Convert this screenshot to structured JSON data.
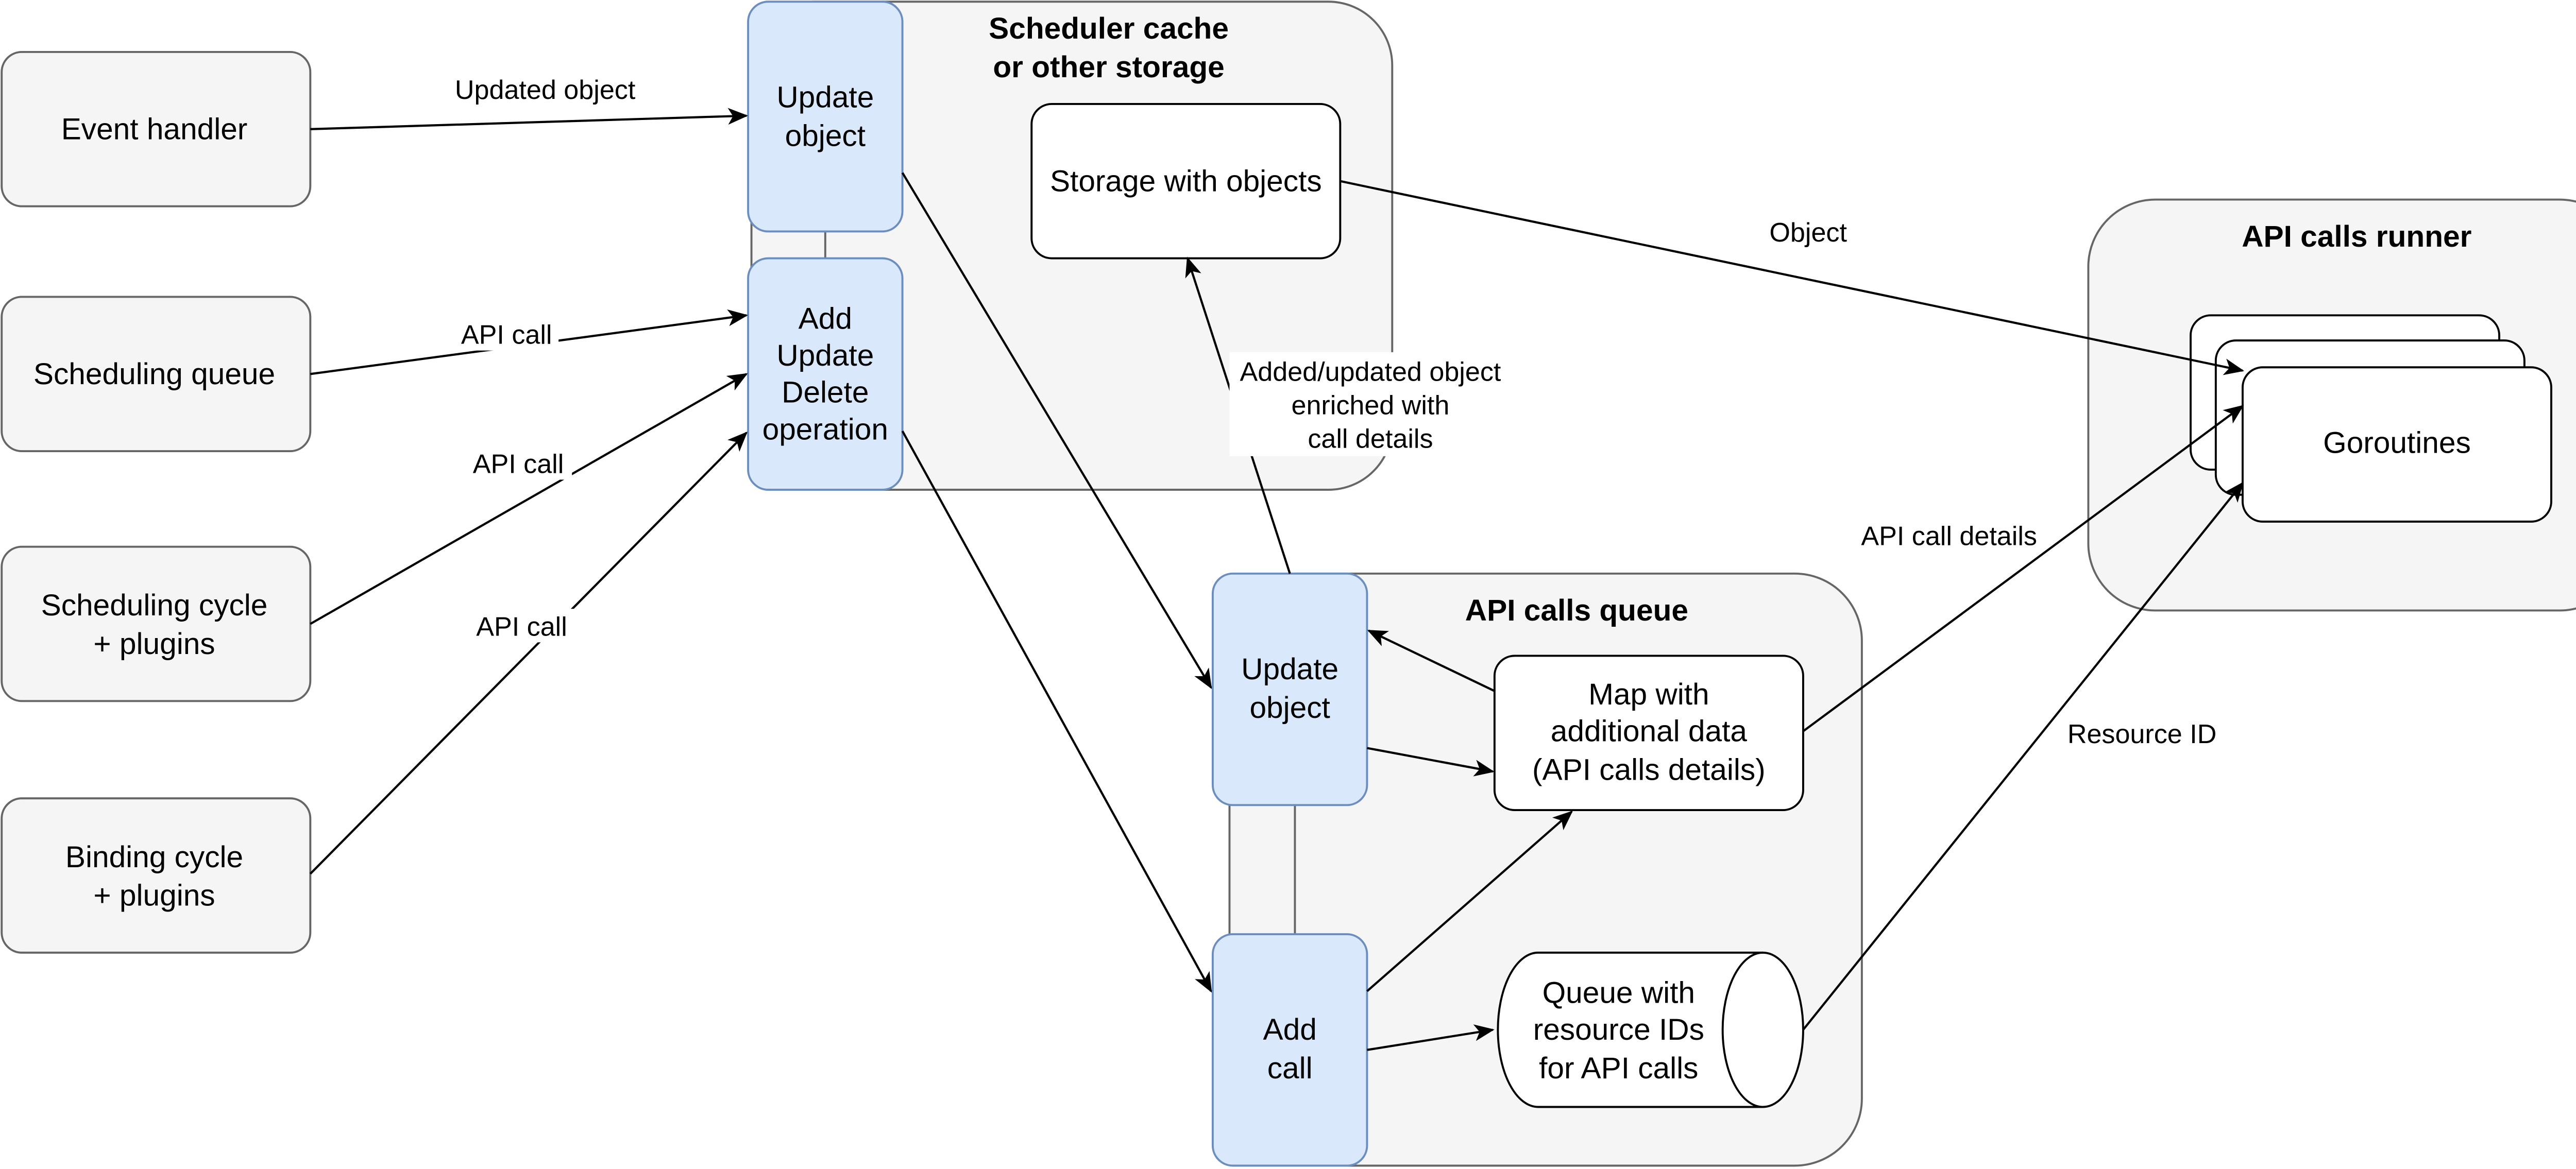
{
  "colors": {
    "node_fill": "#f5f5f5",
    "node_stroke": "#666666",
    "group_fill": "#f5f5f5",
    "group_stroke": "#666666",
    "op_fill": "#dae8fc",
    "op_stroke": "#6c8ebf",
    "white_fill": "#ffffff",
    "edge": "#000000"
  },
  "groups": {
    "cache": {
      "title_line1": "Scheduler cache",
      "title_line2": "or other storage"
    },
    "queue": {
      "title": "API calls queue"
    },
    "runner": {
      "title": "API calls runner"
    }
  },
  "sources": {
    "event_handler": "Event handler",
    "scheduling_queue": "Scheduling queue",
    "scheduling_cycle": {
      "line1": "Scheduling cycle",
      "line2": "+ plugins"
    },
    "binding_cycle": {
      "line1": "Binding cycle",
      "line2": "+ plugins"
    }
  },
  "cache_ops": {
    "update_object": {
      "line1": "Update",
      "line2": "object"
    },
    "add_update_delete": {
      "line1": "Add",
      "line2": "Update",
      "line3": "Delete",
      "line4": "operation"
    }
  },
  "storage": {
    "label": "Storage with objects"
  },
  "queue_ops": {
    "update_object": {
      "line1": "Update",
      "line2": "object"
    },
    "add_call": {
      "line1": "Add",
      "line2": "call"
    }
  },
  "queue_map": {
    "line1": "Map with",
    "line2": "additional data",
    "line3": "(API calls details)"
  },
  "queue_cylinder": {
    "line1": "Queue with",
    "line2": "resource IDs",
    "line3": "for API calls"
  },
  "runner": {
    "goroutines": "Goroutines"
  },
  "edge_labels": {
    "updated_object": "Updated object",
    "api_call_1": "API call",
    "api_call_2": "API call",
    "api_call_3": "API call",
    "enriched_line1": "Added/updated object",
    "enriched_line2": "enriched with",
    "enriched_line3": "call details",
    "object": "Object",
    "api_call_details": "API call details",
    "resource_id": "Resource ID"
  }
}
